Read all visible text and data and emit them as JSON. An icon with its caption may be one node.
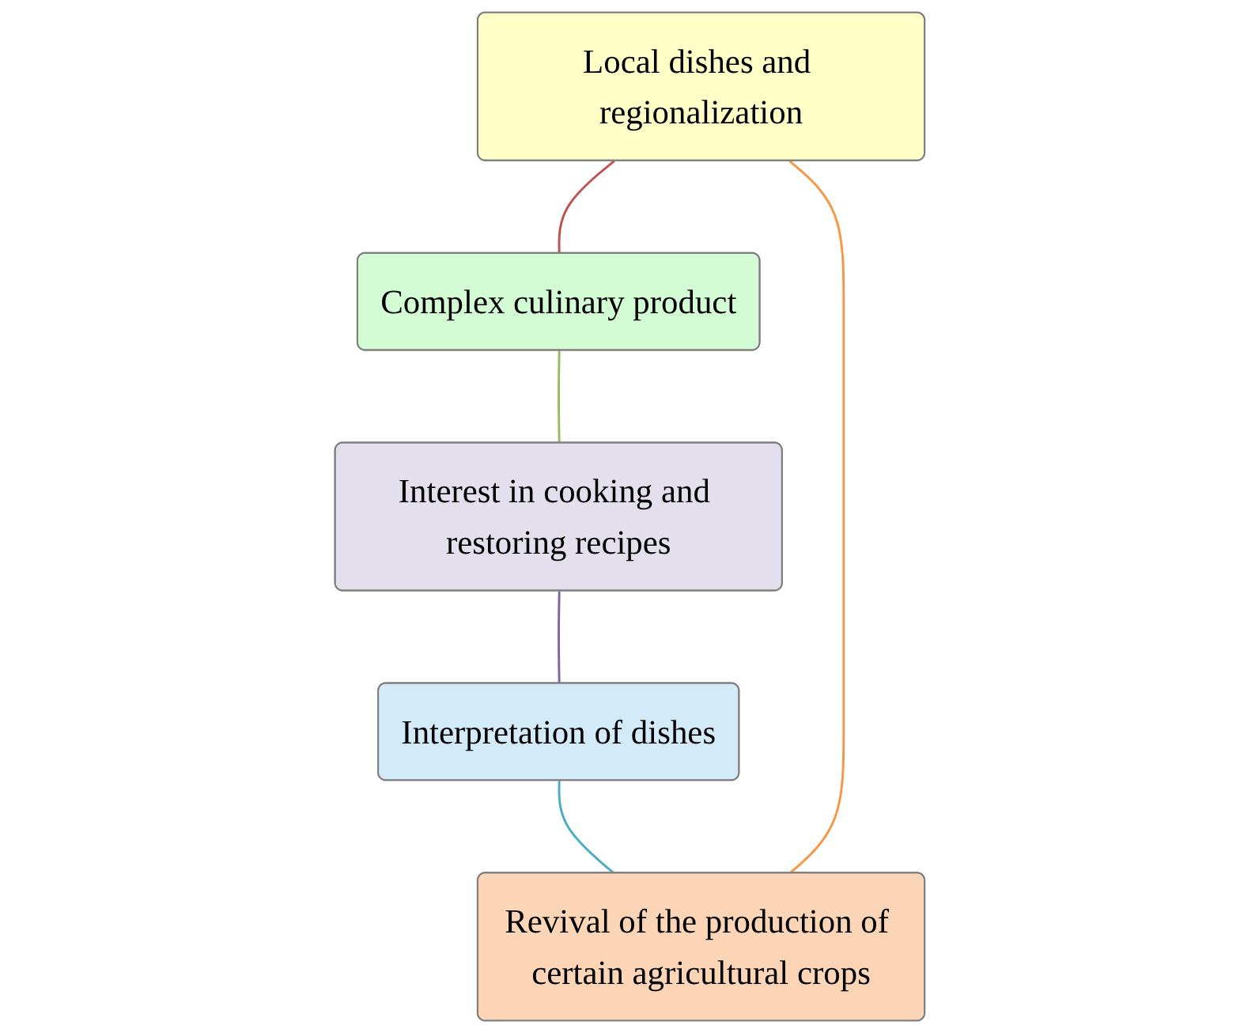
{
  "diagram": {
    "nodes": [
      {
        "text": [
          "Local dishes and regionalization"
        ]
      },
      {
        "text": [
          "Revival of the production of certain agricultural crops"
        ]
      },
      {
        "text": [
          "Complex culinary product"
        ]
      },
      {
        "text": [
          "Interpretation of dishes"
        ]
      },
      {
        "text": [
          "Interest in cooking and restoring recipes"
        ]
      }
    ],
    "edges": [
      {
        "from": 0,
        "to": 2,
        "arrow": "none",
        "color": "#c0504d"
      },
      {
        "from": 2,
        "to": 4,
        "arrow": "none",
        "color": "#9bbb59"
      },
      {
        "from": 4,
        "to": 3,
        "arrow": "none",
        "color": "#8064a2"
      },
      {
        "from": 3,
        "to": 1,
        "arrow": "none",
        "color": "#4bacc6"
      },
      {
        "from": 1,
        "to": 0,
        "arrow": "none",
        "color": "#f79646"
      }
    ]
  }
}
